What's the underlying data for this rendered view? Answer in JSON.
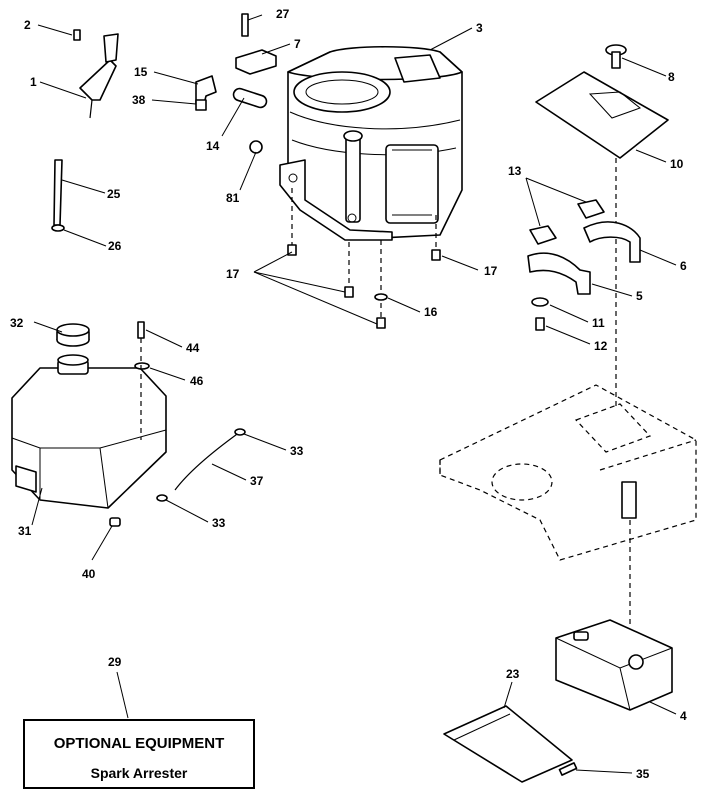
{
  "callouts": {
    "c1": "1",
    "c2": "2",
    "c3": "3",
    "c4": "4",
    "c5": "5",
    "c6": "6",
    "c7": "7",
    "c8": "8",
    "c10": "10",
    "c11": "11",
    "c12": "12",
    "c13": "13",
    "c14": "14",
    "c15": "15",
    "c16": "16",
    "c17a": "17",
    "c17b": "17",
    "c23": "23",
    "c25": "25",
    "c26": "26",
    "c27": "27",
    "c29": "29",
    "c31": "31",
    "c32": "32",
    "c33a": "33",
    "c33b": "33",
    "c35": "35",
    "c37": "37",
    "c38": "38",
    "c40": "40",
    "c44": "44",
    "c46": "46",
    "c81": "81"
  },
  "optional_box": {
    "title": "OPTIONAL EQUIPMENT",
    "subtitle": "Spark Arrester"
  }
}
